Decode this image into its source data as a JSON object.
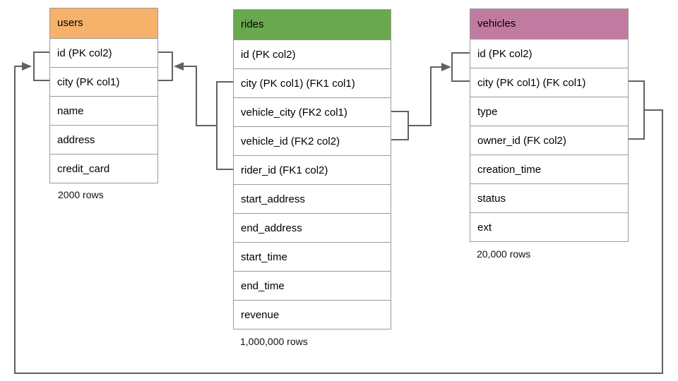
{
  "tables": [
    {
      "name": "users",
      "header_color": "#F6B26B",
      "columns": [
        "id (PK col2)",
        "city (PK col1)",
        "name",
        "address",
        "credit_card"
      ],
      "row_count": "2000 rows"
    },
    {
      "name": "rides",
      "header_color": "#6AA84F",
      "columns": [
        "id (PK col2)",
        "city (PK col1) (FK1 col1)",
        "vehicle_city (FK2 col1)",
        "vehicle_id (FK2 col2)",
        "rider_id (FK1 col2)",
        "start_address",
        "end_address",
        "start_time",
        "end_time",
        "revenue"
      ],
      "row_count": "1,000,000 rows"
    },
    {
      "name": "vehicles",
      "header_color": "#C27BA0",
      "columns": [
        "id (PK col2)",
        "city (PK col1) (FK col1)",
        "type",
        "owner_id (FK col2)",
        "creation_time",
        "status",
        "ext"
      ],
      "row_count": "20,000 rows"
    }
  ],
  "colors": {
    "connector_line": "#616161",
    "cell_border": "#9a9a9a",
    "users_header": "#F6B26B",
    "rides_header": "#6AA84F",
    "vehicles_header": "#C27BA0"
  }
}
